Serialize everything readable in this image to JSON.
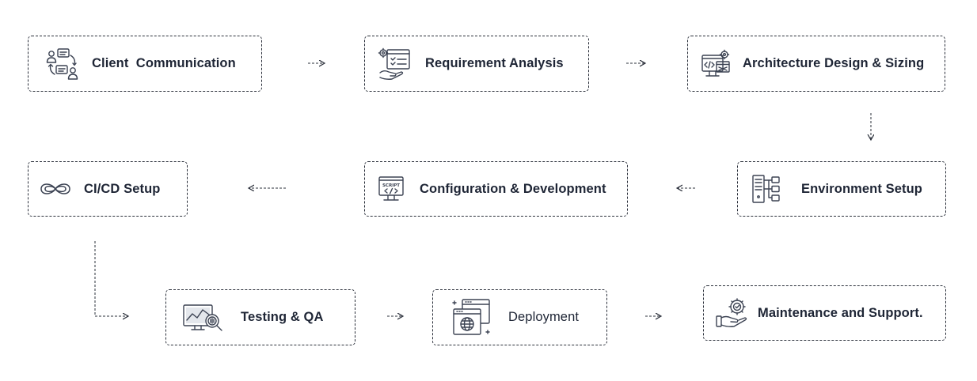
{
  "steps": [
    {
      "label": "Client  Communication",
      "icon": "client-communication-icon"
    },
    {
      "label": "Requirement Analysis",
      "icon": "requirement-analysis-icon"
    },
    {
      "label": "Architecture Design & Sizing",
      "icon": "architecture-design-icon"
    },
    {
      "label": "Environment Setup",
      "icon": "environment-setup-icon"
    },
    {
      "label": "Configuration & Development",
      "icon": "script-development-icon"
    },
    {
      "label": "CI/CD Setup",
      "icon": "infinity-icon"
    },
    {
      "label": "Testing & QA",
      "icon": "testing-monitor-icon"
    },
    {
      "label": "Deployment",
      "icon": "deployment-browser-icon"
    },
    {
      "label": "Maintenance and Support.",
      "icon": "maintenance-support-icon"
    }
  ],
  "colors": {
    "border": "#2a2f3a",
    "text": "#1e2535",
    "icon": "#3b4252",
    "background": "#ffffff"
  }
}
